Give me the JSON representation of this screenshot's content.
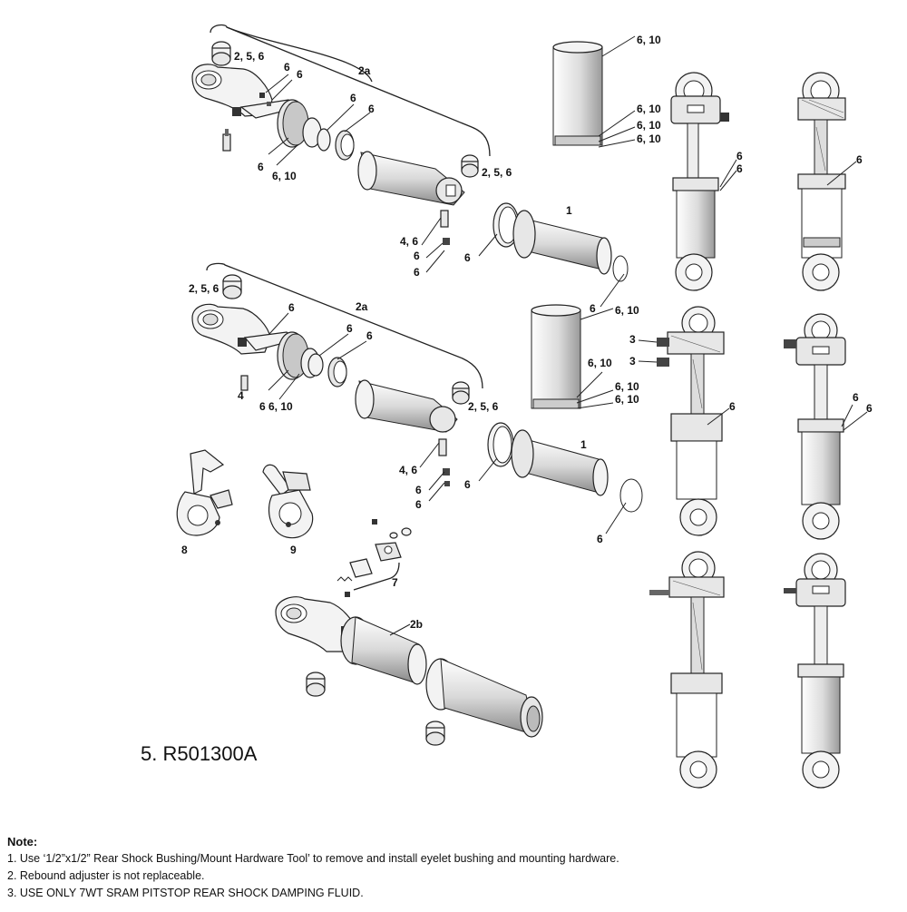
{
  "callouts": {
    "c_1a": "1",
    "c_1b": "1",
    "c_2a_top": "2a",
    "c_2a_mid": "2a",
    "c_2b": "2b",
    "c_256_a": "2, 5, 6",
    "c_256_b": "2, 5, 6",
    "c_256_c": "2, 5, 6",
    "c_256_d": "2, 5, 6",
    "c_3a": "3",
    "c_3b": "3",
    "c_4": "4",
    "c_46a": "4, 6",
    "c_46b": "4, 6",
    "c_6": "6",
    "c_610": "6, 10",
    "c_66_10": "6 6, 10",
    "c_7": "7",
    "c_8": "8",
    "c_9": "9"
  },
  "part_code": "5. R501300A",
  "notes": {
    "title": "Note:",
    "items": [
      "1.  Use ‘1/2”x1/2” Rear Shock Bushing/Mount Hardware Tool’ to remove and install eyelet bushing and mounting hardware.",
      "2.  Rebound adjuster is not replaceable.",
      "3. USE ONLY 7WT SRAM PITSTOP REAR SHOCK DAMPING FLUID."
    ]
  },
  "icons": [
    "shock-body",
    "air-can",
    "eyelet-bushing",
    "valve",
    "o-ring",
    "lever-remote"
  ]
}
